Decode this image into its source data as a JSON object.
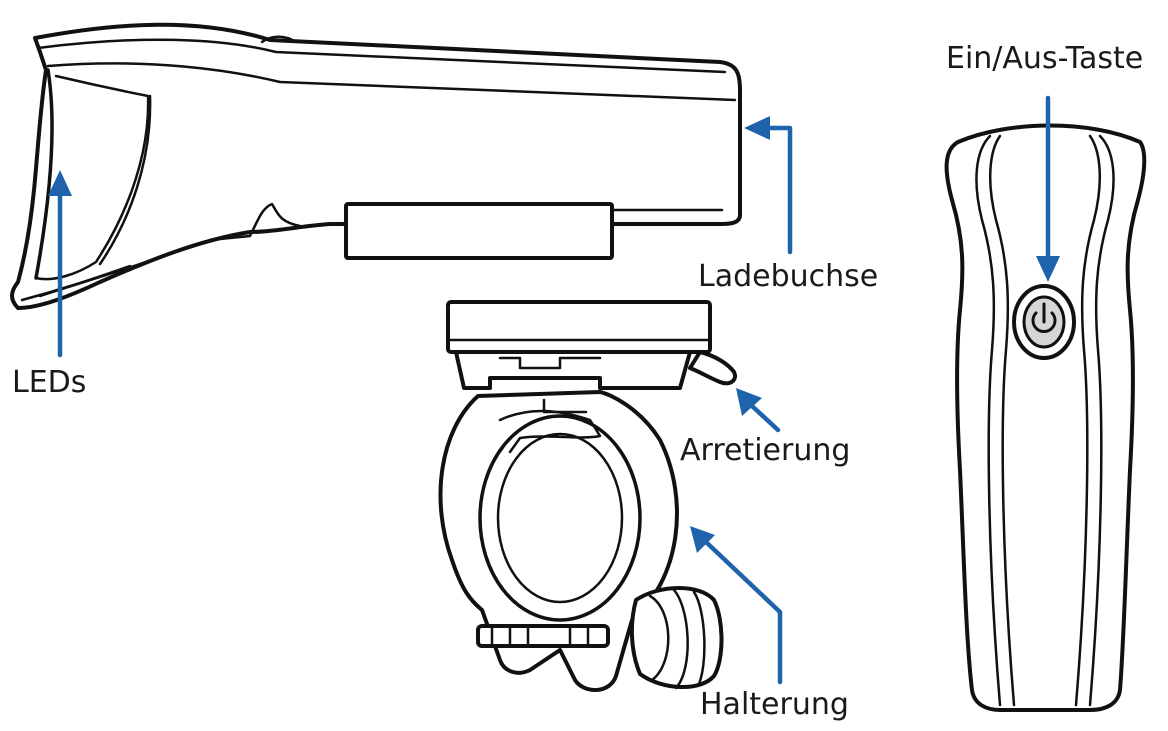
{
  "labels": {
    "leds": "LEDs",
    "ladebuchse": "Ladebuchse",
    "arretierung": "Arretierung",
    "halterung": "Halterung",
    "power_button": "Ein/Aus-Taste"
  },
  "colors": {
    "arrow": "#1f63ad",
    "outline": "#111111",
    "background": "#ffffff"
  },
  "icons": {
    "power": "power-icon"
  }
}
